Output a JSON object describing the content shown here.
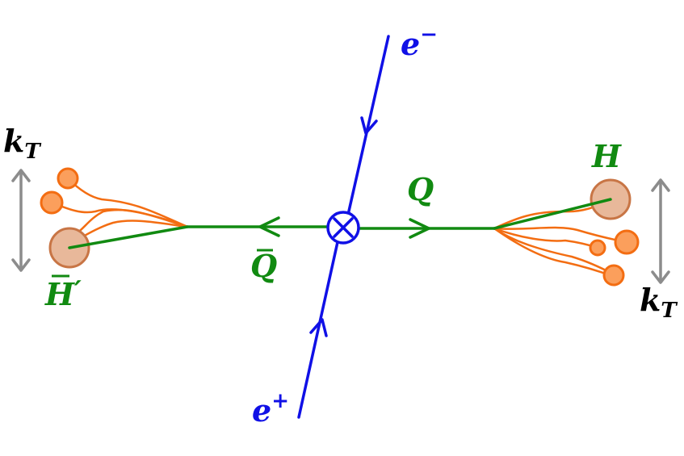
{
  "diagram": {
    "colors": {
      "lepton": "#1010e6",
      "quark": "#118a11",
      "hadron_fill": "#e8b89a",
      "hadron_stroke": "#c87545",
      "light_hadron_fill": "#fb9f5c",
      "light_hadron_stroke": "#f36d12",
      "spread_arrow": "#8c8c8c",
      "text": "#000000"
    },
    "labels": {
      "electron": {
        "base": "e",
        "sup": "−"
      },
      "positron": {
        "base": "e",
        "sup": "+"
      },
      "quark": "Q",
      "antiquark": "Q",
      "hadron_right": "H",
      "hadron_left": "H",
      "hadron_left_prime": "′",
      "kt_base": "k",
      "kt_sub": "T"
    },
    "vertex_icon": "circle-times-icon",
    "icons": [
      "arrowhead-icon",
      "double-arrow-icon",
      "circle-times-icon"
    ]
  }
}
